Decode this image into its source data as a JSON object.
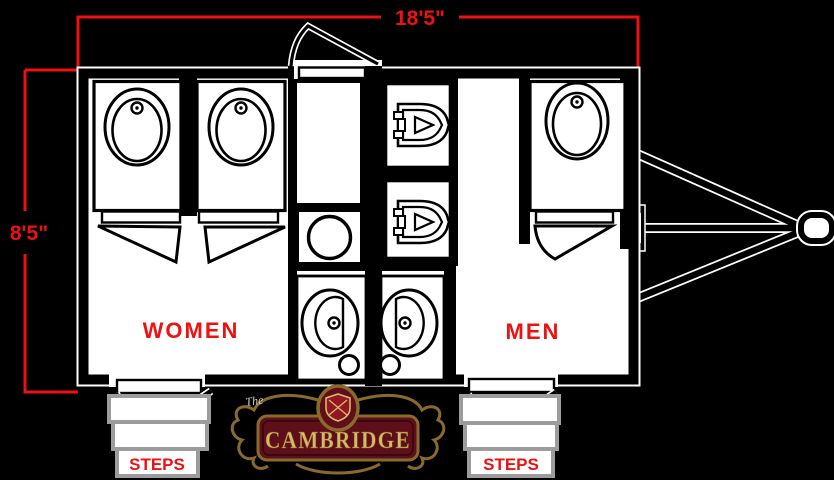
{
  "title": "The Cambridge restroom trailer floor plan",
  "dimensions": {
    "length_label": "18'5\"",
    "width_label": "8'5\""
  },
  "rooms": {
    "women_label": "WOMEN",
    "men_label": "MEN"
  },
  "steps": {
    "left_label": "STEPS",
    "right_label": "STEPS"
  },
  "logo": {
    "prefix": "The",
    "name": "CAMBRIDGE"
  },
  "fixtures": {
    "women_toilets": 2,
    "men_toilets": 1,
    "men_urinals": 2,
    "women_sinks": 1,
    "men_sinks": 1,
    "utility_basin": 1
  },
  "colors": {
    "background": "#000000",
    "dimension_red": "#ee1111",
    "label_red": "#ee1111",
    "steps_gray": "#9c9c9c",
    "wall_black": "#000000",
    "floor_white": "#ffffff",
    "logo_gold": "#8a6a2c",
    "logo_text_gold": "#d9b967",
    "logo_banner_red": "#5f0f1a"
  }
}
